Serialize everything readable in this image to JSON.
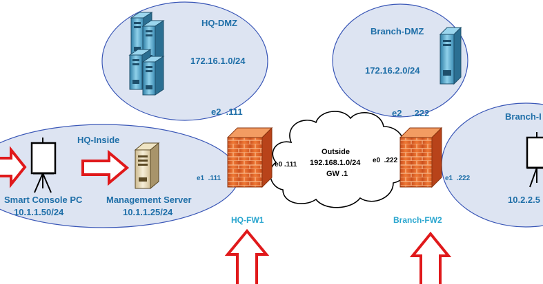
{
  "zones": {
    "hq_dmz": {
      "title": "HQ-DMZ",
      "subnet": "172.16.1.0/24",
      "iface": "e2  .111"
    },
    "branch_dmz": {
      "title": "Branch-DMZ",
      "subnet": "172.16.2.0/24",
      "iface": "e2    .222"
    },
    "hq_inside": {
      "title": "HQ-Inside"
    },
    "branch_inside": {
      "title": "Branch-I",
      "subnet": "10.2.2.5"
    },
    "outside": {
      "title": "Outside",
      "subnet": "192.168.1.0/24",
      "gateway": "GW .1"
    }
  },
  "devices": {
    "smart_console": {
      "name": "Smart Console PC",
      "ip": "10.1.1.50/24"
    },
    "mgmt_server": {
      "name": "Management Server",
      "ip": "10.1.1.25/24"
    },
    "hq_fw": {
      "name": "HQ-FW1",
      "e1": "e1  .111",
      "e0": "e0 .111"
    },
    "branch_fw": {
      "name": "Branch-FW2",
      "e0": "e0  .222",
      "e1": "e1  .222"
    }
  },
  "colors": {
    "zone_fill": "#dde4f2",
    "zone_stroke": "#3a57b7",
    "label_blue": "#1f6fa8",
    "label_cyan": "#2aa6cf",
    "arrow_red": "#e0191b",
    "firewall": "#e8672a"
  }
}
